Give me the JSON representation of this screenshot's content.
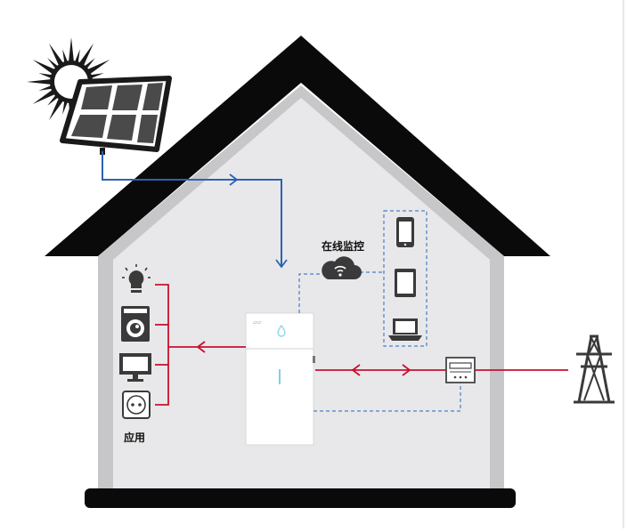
{
  "labels": {
    "online_monitoring": "在线监控",
    "applications": "应用"
  },
  "components": {
    "solar": [
      "sun-icon",
      "solar-panel-icon"
    ],
    "storage": "battery-storage-unit",
    "grid": "power-tower-icon",
    "meter": "electric-meter-icon",
    "monitoring": [
      "cloud-wifi-icon",
      "smartphone-icon",
      "tablet-icon",
      "laptop-icon"
    ],
    "appliances": [
      "light-bulb-icon",
      "washing-machine-icon",
      "monitor-icon",
      "power-socket-icon"
    ]
  },
  "colors": {
    "roof": "#0a0a0a",
    "wall": "#c7c7c9",
    "interior": "#e8e8ea",
    "solar_flow": "#2a63b3",
    "power_flow": "#c8102e",
    "data_link": "#4a7fc9",
    "icon": "#3a3a3a"
  }
}
